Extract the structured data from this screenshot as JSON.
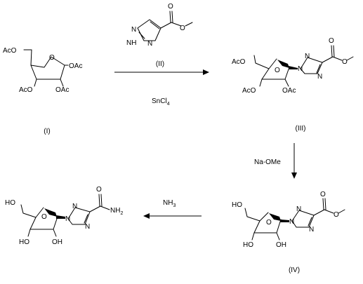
{
  "compounds": {
    "c1": {
      "id": "(I)",
      "atoms": {
        "ac5": "AcO",
        "o_ring": "O",
        "oac1": "OAc",
        "aco3": "AcO",
        "oac2": "OAc"
      }
    },
    "c2": {
      "id": "(II)",
      "atoms": {
        "o_dbl": "O",
        "o_est": "O",
        "n2": "N",
        "nh": "NH",
        "n4": "N"
      }
    },
    "c3": {
      "id": "(III)",
      "atoms": {
        "ac5": "AcO",
        "o_ring": "O",
        "n1": "N",
        "n2": "N",
        "n4": "N",
        "o_dbl": "O",
        "o_est": "O",
        "aco3": "AcO",
        "oac2": "OAc"
      }
    },
    "c4": {
      "id": "(IV)",
      "atoms": {
        "ho5": "HO",
        "o_ring": "O",
        "n1": "N",
        "n2": "N",
        "n4": "N",
        "o_dbl": "O",
        "o_est": "O",
        "ho3": "HO",
        "oh2": "OH"
      }
    },
    "c5": {
      "atoms": {
        "ho5": "HO",
        "o_ring": "O",
        "n1": "N",
        "n2": "N",
        "n4": "N",
        "o_dbl": "O",
        "nh2": "NH",
        "nh2_sub": "2",
        "ho3": "HO",
        "oh2": "OH"
      }
    }
  },
  "steps": {
    "s1": {
      "reagent_below": "SnCl",
      "reagent_below_sub": "4"
    },
    "s2": {
      "reagent": "Na-OMe"
    },
    "s3": {
      "reagent": "NH",
      "reagent_sub": "3"
    }
  }
}
